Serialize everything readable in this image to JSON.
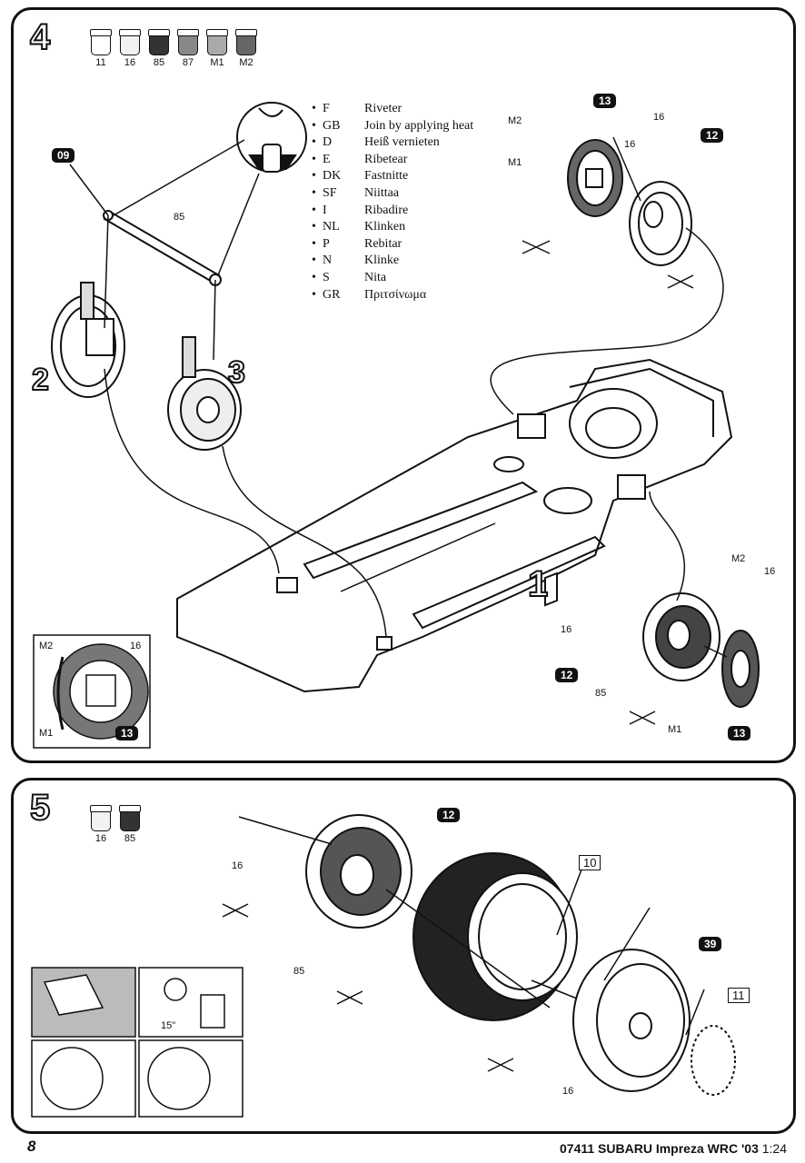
{
  "step4": {
    "number": "4",
    "paints": [
      "11",
      "16",
      "85",
      "87",
      "M1",
      "M2"
    ],
    "legend": [
      {
        "lang": "F",
        "text": "Riveter"
      },
      {
        "lang": "GB",
        "text": "Join by applying heat"
      },
      {
        "lang": "D",
        "text": "Heiß vernieten"
      },
      {
        "lang": "E",
        "text": "Ribetear"
      },
      {
        "lang": "DK",
        "text": "Fastnitte"
      },
      {
        "lang": "SF",
        "text": "Niittaa"
      },
      {
        "lang": "I",
        "text": "Ribadire"
      },
      {
        "lang": "NL",
        "text": "Klinken"
      },
      {
        "lang": "P",
        "text": "Rebitar"
      },
      {
        "lang": "N",
        "text": "Klinke"
      },
      {
        "lang": "S",
        "text": "Nita"
      },
      {
        "lang": "GR",
        "text": "Πριτσίνωμα"
      }
    ],
    "tags": {
      "t09": "09",
      "t13a": "13",
      "t12a": "12",
      "t12b": "12",
      "t13b": "13",
      "t13c": "13"
    },
    "labels": {
      "l85": "85",
      "m2a": "M2",
      "m1a": "M1",
      "l16a": "16",
      "l16b": "16",
      "n2": "2",
      "n3": "3",
      "n1": "1",
      "l16c": "16",
      "l85b": "85",
      "m2b": "M2",
      "l16d": "16",
      "m1b": "M1",
      "im2": "M2",
      "i16": "16",
      "im1": "M1"
    }
  },
  "step5": {
    "number": "5",
    "paints": [
      "16",
      "85"
    ],
    "tags": {
      "t12": "12",
      "t39": "39"
    },
    "boxtags": {
      "b10": "10",
      "b11": "11"
    },
    "labels": {
      "l16a": "16",
      "l85": "85",
      "l16b": "16",
      "timer": "15\""
    }
  },
  "footer": {
    "page": "8",
    "title": "07411 SUBARU Impreza WRC '03",
    "scale": "1:24"
  }
}
